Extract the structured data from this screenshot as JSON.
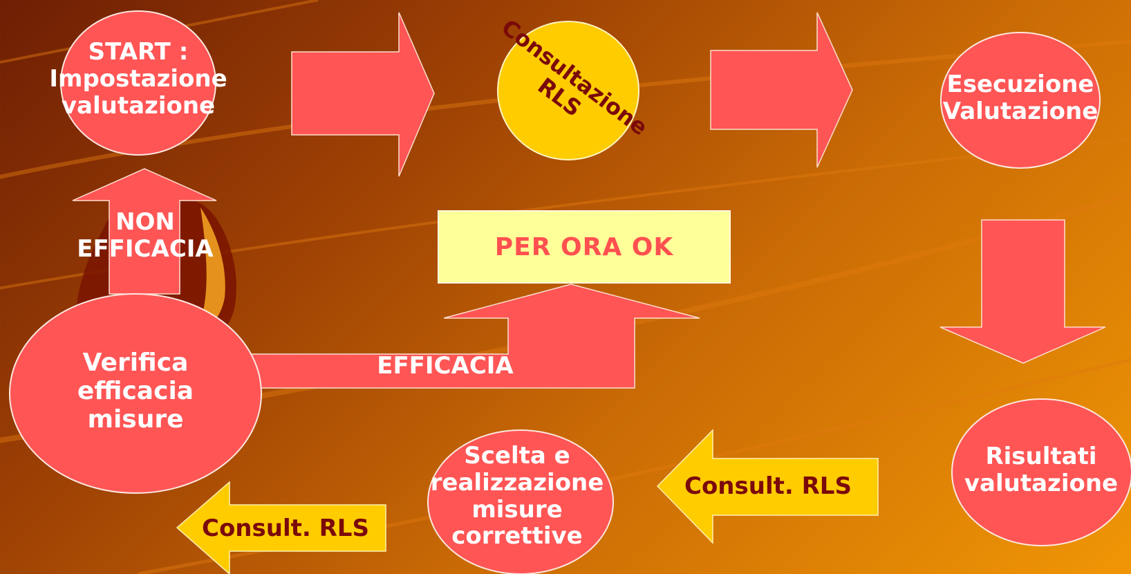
{
  "colors": {
    "shape_red": "#ff5555",
    "shape_yellow": "#ffcc00",
    "box_yellow": "#ffff99",
    "text_white": "#ffffff",
    "text_dark_red": "#7a0a0a",
    "text_ok": "#ff5050",
    "background_start": "#6e1e04",
    "background_end": "#f09605"
  },
  "nodes": {
    "start": "START :\nImpostazione\nvalutazione",
    "consultazione": "Consultazione\nRLS",
    "esecuzione": "Esecuzione\nValutazione",
    "risultati": "Risultati\nvalutazione",
    "scelta": "Scelta e\nrealizzazione\nmisure\ncorrettive",
    "verifica": "Verifica\nefficacia\nmisure"
  },
  "arrows": {
    "non_efficacia": "NON\nEFFICACIA",
    "efficacia": "EFFICACIA",
    "consult_right": "Consult. RLS",
    "consult_left": "Consult. RLS"
  },
  "box": {
    "per_ora_ok": "PER ORA OK"
  }
}
